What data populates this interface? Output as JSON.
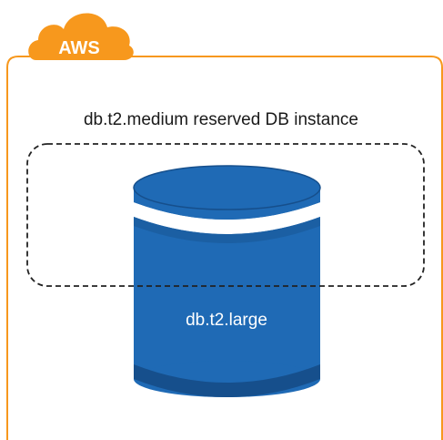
{
  "cloud": {
    "label": "AWS"
  },
  "reserved_group": {
    "label": "db.t2.medium reserved DB instance"
  },
  "database": {
    "label": "db.t2.large"
  },
  "colors": {
    "aws_orange": "#F7981D",
    "db_blue": "#1F6AB5",
    "db_dark_blue": "#164F8C",
    "dashed_border": "#222222",
    "text": "#1a1a1a",
    "white": "#ffffff"
  },
  "icons": {
    "cloud": "aws-cloud-icon",
    "database": "database-cylinder-icon"
  }
}
